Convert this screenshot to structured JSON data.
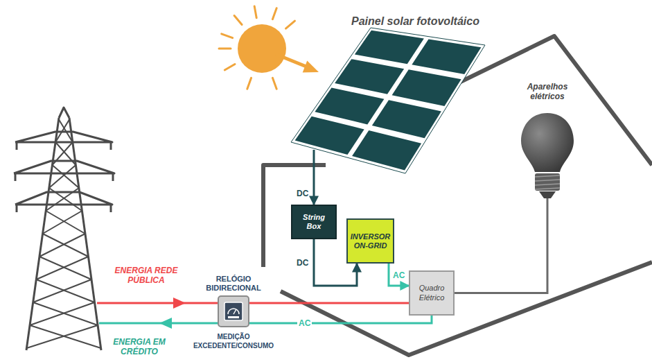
{
  "diagram": {
    "nodes": [
      {
        "text": [
          "Painel solar fotovoltáico"
        ]
      },
      {
        "text": [
          "String Box"
        ]
      },
      {
        "text": [
          "INVERSOR ON-GRID"
        ]
      },
      {
        "text": [
          "Quadro Elétrico"
        ]
      },
      {
        "text": [
          "Aparelhos elétricos"
        ]
      },
      {
        "text": [
          "RELÓGIO BIDIRECIONAL",
          "MEDIÇÃO EXCEDENTE/CONSUMO"
        ]
      }
    ],
    "edges": [
      {
        "from": 0,
        "to": 1,
        "arrow": "to",
        "label": "DC"
      },
      {
        "from": 1,
        "to": 2,
        "arrow": "to",
        "label": "DC"
      },
      {
        "from": 2,
        "to": 3,
        "arrow": "to",
        "label": "AC"
      },
      {
        "from": 5,
        "to": 3,
        "arrow": "none"
      },
      {
        "from": 3,
        "to": 5,
        "arrow": "none",
        "label": "AC"
      },
      {
        "from": 3,
        "to": 4,
        "arrow": "none"
      }
    ],
    "labels": [
      "ENERGIA REDE PÚBLICA",
      "ENERGIA EM CRÉDITO"
    ]
  }
}
